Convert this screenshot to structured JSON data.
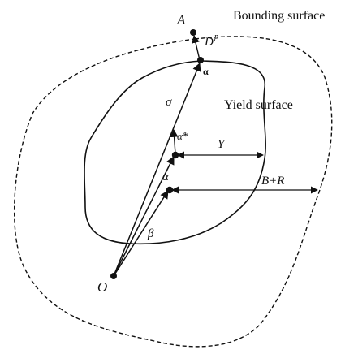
{
  "diagram": {
    "labels": {
      "bounding_surface": "Bounding surface",
      "yield_surface": "Yield surface",
      "point_A": "A",
      "D_main": "D",
      "D_sup": "p",
      "alpha_bold": "α",
      "sigma": "σ",
      "alpha_star": "α̊*",
      "Y": "Y",
      "alpha": "α",
      "B_plus_R": "B+R",
      "beta": "β",
      "origin": "O"
    },
    "colors": {
      "stroke": "#111111",
      "background": "#ffffff"
    }
  }
}
